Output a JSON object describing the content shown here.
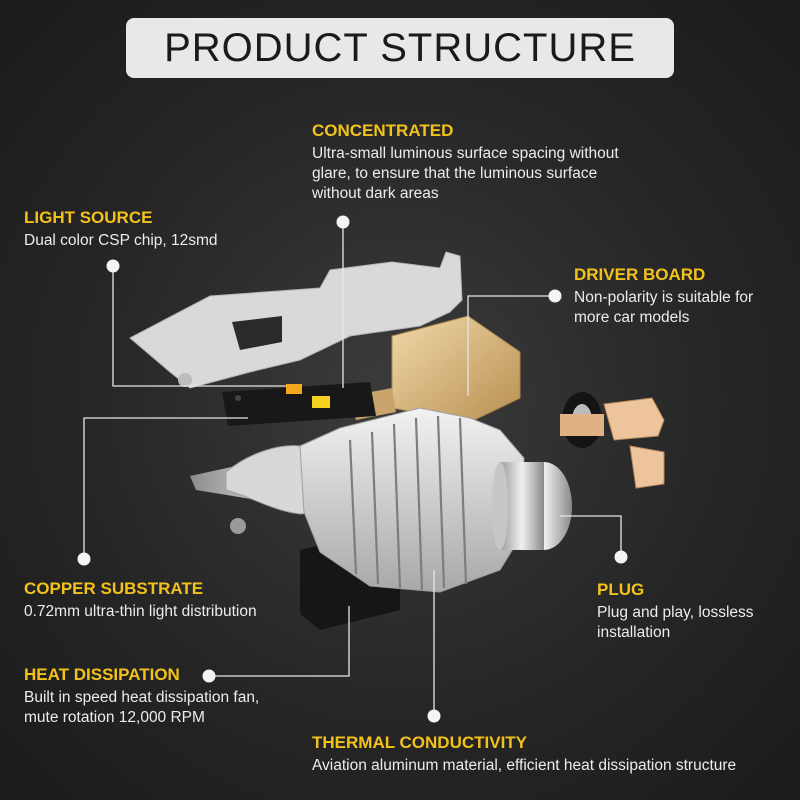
{
  "title": "PRODUCT STRUCTURE",
  "features": {
    "concentrated": {
      "title": "CONCENTRATED",
      "lines": [
        "Ultra-small luminous surface spacing without",
        "glare, to ensure that the luminous surface",
        "without dark areas"
      ]
    },
    "light_source": {
      "title": "LIGHT SOURCE",
      "lines": [
        "Dual color CSP chip, 12smd"
      ]
    },
    "driver_board": {
      "title": "DRIVER BOARD",
      "lines": [
        "Non-polarity is suitable for",
        "more car models"
      ]
    },
    "copper_substrate": {
      "title": "COPPER SUBSTRATE",
      "lines": [
        "0.72mm ultra-thin light distribution"
      ]
    },
    "plug": {
      "title": "PLUG",
      "lines": [
        "Plug and play, lossless",
        "installation"
      ]
    },
    "heat_dissipation": {
      "title": "HEAT DISSIPATION",
      "lines": [
        "Built in speed heat dissipation fan,",
        "mute rotation 12,000 RPM"
      ]
    },
    "thermal_conductivity": {
      "title": "THERMAL CONDUCTIVITY",
      "lines": [
        "Aviation aluminum material, efficient heat dissipation structure"
      ]
    }
  },
  "colors": {
    "heading": "#f2c21b",
    "text": "#ececec",
    "background": "#2a2a2a",
    "title_bar": "#e8e8e8"
  }
}
